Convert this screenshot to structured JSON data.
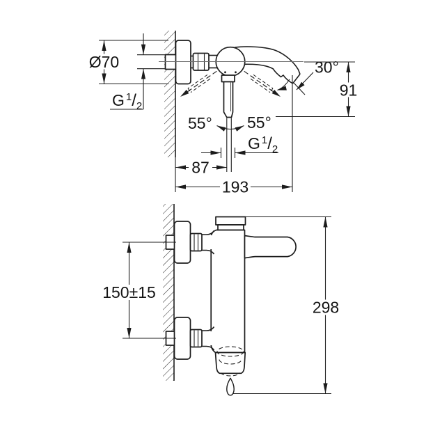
{
  "colors": {
    "background": "#ffffff",
    "line": "#1c1c1c"
  },
  "side_view": {
    "escutcheon_diameter": "Ø70",
    "inlet_thread": {
      "base": "G",
      "numerator": "1",
      "slash": "/",
      "denominator": "2"
    },
    "swing_left": "55°",
    "swing_right": "55°",
    "spout_angle": "30°",
    "spout_drop_height": "91",
    "outlet_thread": {
      "base": "G",
      "numerator": "1",
      "slash": "/",
      "denominator": "2"
    },
    "wall_to_outlet_axis": "87",
    "wall_to_spout_tip": "193"
  },
  "front_view": {
    "connection_spacing": "150±15",
    "overall_height": "298"
  }
}
